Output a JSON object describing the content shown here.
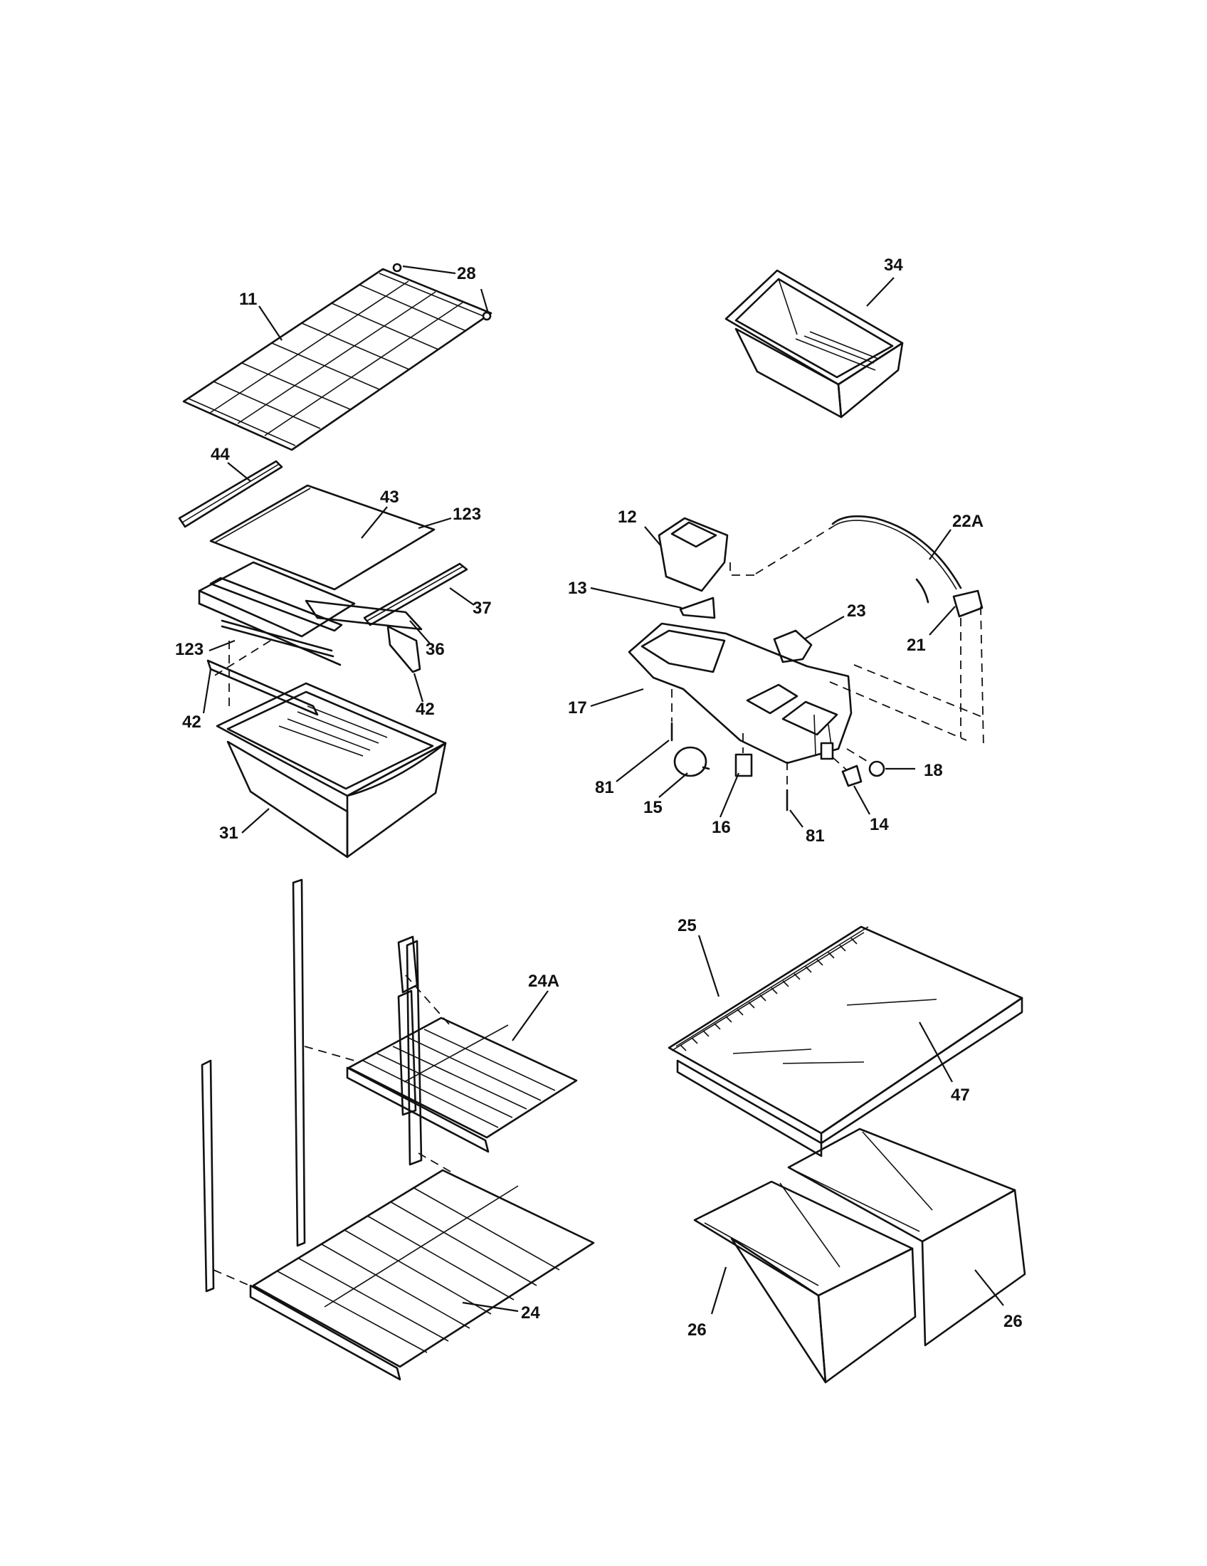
{
  "callouts": {
    "c11": "11",
    "c28": "28",
    "c34": "34",
    "c44": "44",
    "c43": "43",
    "c123a": "123",
    "c37": "37",
    "c36": "36",
    "c123b": "123",
    "c42a": "42",
    "c42b": "42",
    "c31": "31",
    "c12": "12",
    "c22A": "22A",
    "c13": "13",
    "c23": "23",
    "c21": "21",
    "c17": "17",
    "c81a": "81",
    "c18": "18",
    "c15": "15",
    "c16": "16",
    "c81b": "81",
    "c14": "14",
    "c25": "25",
    "c24A": "24A",
    "c47": "47",
    "c24": "24",
    "c26a": "26",
    "c26b": "26"
  }
}
